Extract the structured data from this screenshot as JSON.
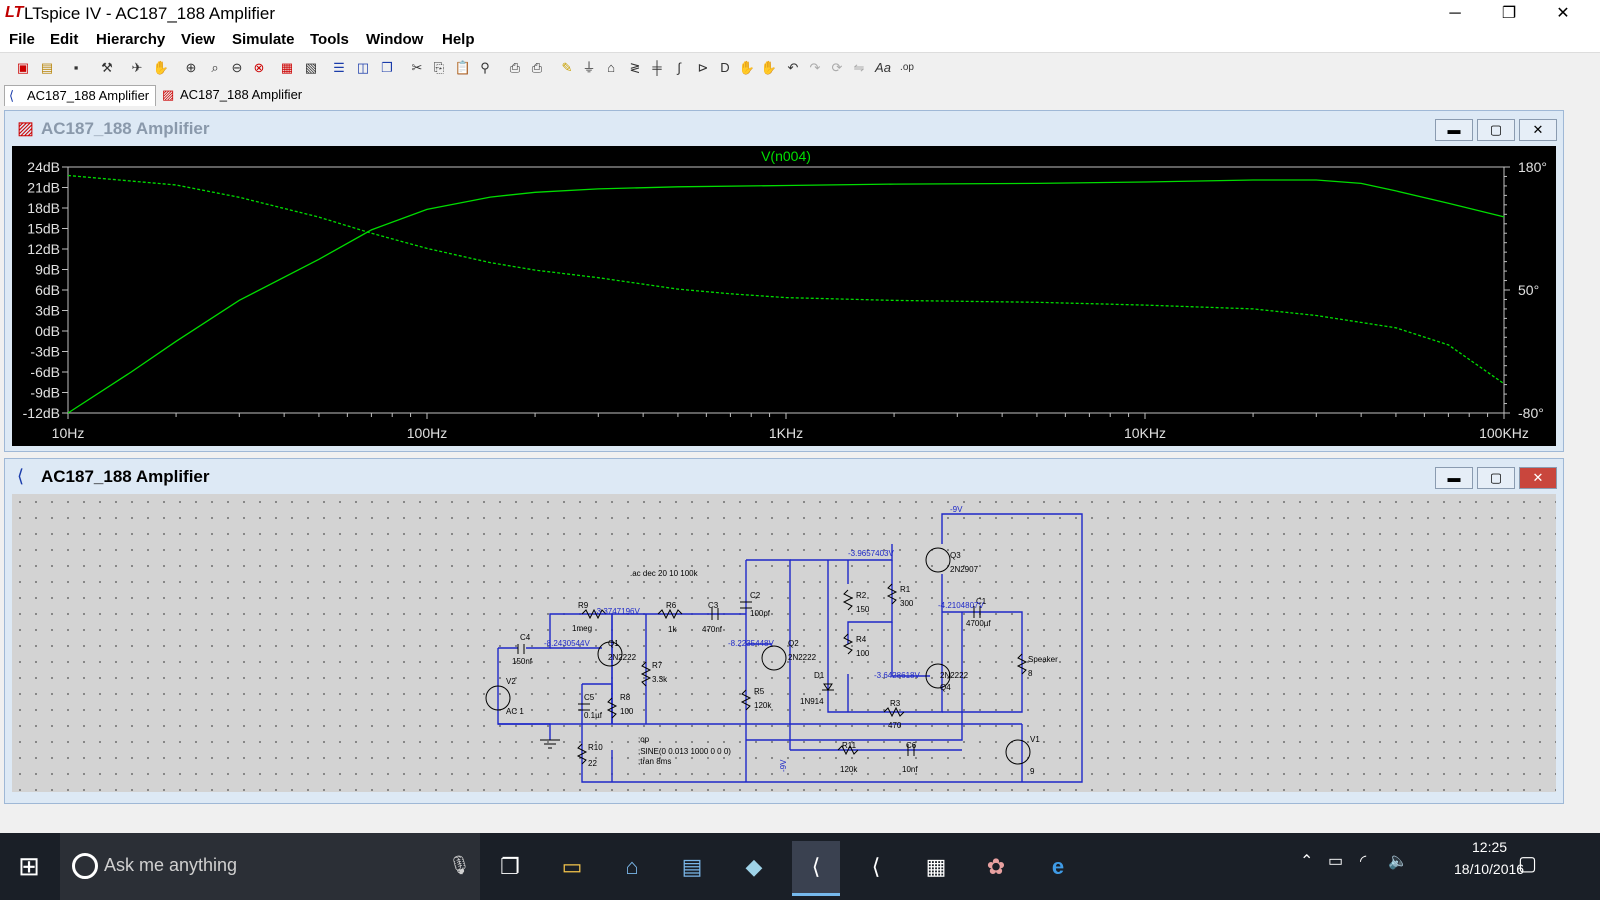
{
  "app": {
    "title": "LTspice IV - AC187_188 Amplifier"
  },
  "window_controls": {
    "minimize": "─",
    "maximize": "❐",
    "close": "✕"
  },
  "menu": [
    "File",
    "Edit",
    "Hierarchy",
    "View",
    "Simulate",
    "Tools",
    "Window",
    "Help"
  ],
  "toolbar_icons": [
    "new-schematic",
    "open",
    "save",
    "control-panel",
    "run",
    "halt",
    "zoom-in",
    "pan",
    "zoom-out",
    "zoom-fit",
    "autorange",
    "mark-unmark",
    "tile-horizontal",
    "tile-vertical",
    "cascade",
    "cut",
    "copy",
    "paste",
    "find",
    "print-setup",
    "print",
    "draw-wire",
    "ground",
    "label-net",
    "resistor",
    "capacitor",
    "inductor",
    "diode",
    "component",
    "move",
    "drag",
    "undo",
    "redo",
    "rotate",
    "mirror",
    "text",
    "spice-directive"
  ],
  "tabs": [
    {
      "label": "AC187_188 Amplifier"
    },
    {
      "label": "AC187_188 Amplifier"
    }
  ],
  "plot_window": {
    "title": "AC187_188 Amplifier"
  },
  "schematic_window": {
    "title": "AC187_188 Amplifier"
  },
  "chart_data": {
    "type": "line",
    "title": "V(n004)",
    "xscale": "log",
    "xlim": [
      10,
      100000
    ],
    "xticks": [
      "10Hz",
      "100Hz",
      "1KHz",
      "10KHz",
      "100KHz"
    ],
    "ylim": [
      -12,
      24
    ],
    "yticks": [
      "24dB",
      "21dB",
      "18dB",
      "15dB",
      "12dB",
      "9dB",
      "6dB",
      "3dB",
      "0dB",
      "-3dB",
      "-6dB",
      "-9dB",
      "-12dB"
    ],
    "y2lim": [
      -80,
      180
    ],
    "y2ticks": [
      "180°",
      "50°",
      "-80°"
    ],
    "series": [
      {
        "name": "V(n004)",
        "style": "solid",
        "axis": "left",
        "points": [
          [
            10,
            -12
          ],
          [
            15,
            -6
          ],
          [
            20,
            -1.5
          ],
          [
            30,
            4.5
          ],
          [
            50,
            10.5
          ],
          [
            70,
            14.8
          ],
          [
            100,
            17.8
          ],
          [
            150,
            19.6
          ],
          [
            200,
            20.3
          ],
          [
            300,
            20.8
          ],
          [
            500,
            21.1
          ],
          [
            1000,
            21.3
          ],
          [
            2000,
            21.5
          ],
          [
            5000,
            21.6
          ],
          [
            10000,
            21.8
          ],
          [
            20000,
            22.1
          ],
          [
            30000,
            22.1
          ],
          [
            40000,
            21.6
          ],
          [
            50000,
            20.5
          ],
          [
            70000,
            18.7
          ],
          [
            100000,
            16.7
          ]
        ]
      },
      {
        "name": "phase",
        "style": "dashed",
        "axis": "right",
        "points": [
          [
            10,
            171
          ],
          [
            20,
            161
          ],
          [
            30,
            148
          ],
          [
            50,
            127
          ],
          [
            70,
            110
          ],
          [
            100,
            94
          ],
          [
            150,
            79
          ],
          [
            200,
            71
          ],
          [
            300,
            63
          ],
          [
            500,
            51
          ],
          [
            700,
            46
          ],
          [
            1000,
            42
          ],
          [
            2000,
            39
          ],
          [
            5000,
            37
          ],
          [
            10000,
            34
          ],
          [
            20000,
            30
          ],
          [
            30000,
            23
          ],
          [
            50000,
            10
          ],
          [
            70000,
            -8
          ],
          [
            100000,
            -49
          ]
        ]
      }
    ],
    "color": "#00dc00"
  },
  "schematic": {
    "directive_ac": ".ac dec 20 10 100k",
    "directive_op": ";op",
    "directive_sine": ";SINE(0 0.013 1000 0 0 0)",
    "directive_tran": ";tran 8ms",
    "components": [
      {
        "name": "R9",
        "value": "1meg"
      },
      {
        "name": "R6",
        "value": "1k"
      },
      {
        "name": "C3",
        "value": "470nf"
      },
      {
        "name": "C2",
        "value": "100pf"
      },
      {
        "name": "C4",
        "value": "150nf"
      },
      {
        "name": "Q1",
        "value": "2N2222"
      },
      {
        "name": "R7",
        "value": "3.3k"
      },
      {
        "name": "C5",
        "value": "0.1µf"
      },
      {
        "name": "R8",
        "value": "100"
      },
      {
        "name": "R10",
        "value": "22"
      },
      {
        "name": "V2",
        "value": "AC 1"
      },
      {
        "name": "Q2",
        "value": "2N2222"
      },
      {
        "name": "R5",
        "value": "120k"
      },
      {
        "name": "D1",
        "value": "1N914"
      },
      {
        "name": "R2",
        "value": "150"
      },
      {
        "name": "R4",
        "value": "100"
      },
      {
        "name": "R1",
        "value": "300"
      },
      {
        "name": "R3",
        "value": "470"
      },
      {
        "name": "Q3",
        "value": "2N2907"
      },
      {
        "name": "Q4",
        "value": "2N2222"
      },
      {
        "name": "C1",
        "value": "4700µf"
      },
      {
        "name": "Speaker",
        "value": "8"
      },
      {
        "name": "V1",
        "value": "9"
      },
      {
        "name": "R11",
        "value": "120k"
      },
      {
        "name": "C6",
        "value": "10nf"
      }
    ],
    "node_voltages": {
      "n1": "-3.3747196V",
      "n2": "-8.2430544V",
      "n3": "-8.2235448V",
      "n4": "-3.9657403V",
      "n5": "-4.2104807V",
      "n6": "-3.6428618V",
      "n7": "-9V",
      "n8": "-9V"
    }
  },
  "taskbar": {
    "search_placeholder": "Ask me anything",
    "time": "12:25",
    "date": "18/10/2016",
    "apps": [
      "task-view",
      "file-explorer",
      "library",
      "document",
      "paint",
      "ltspice-iv",
      "ltspice-xvii",
      "calculator",
      "spider-app",
      "edge"
    ]
  }
}
